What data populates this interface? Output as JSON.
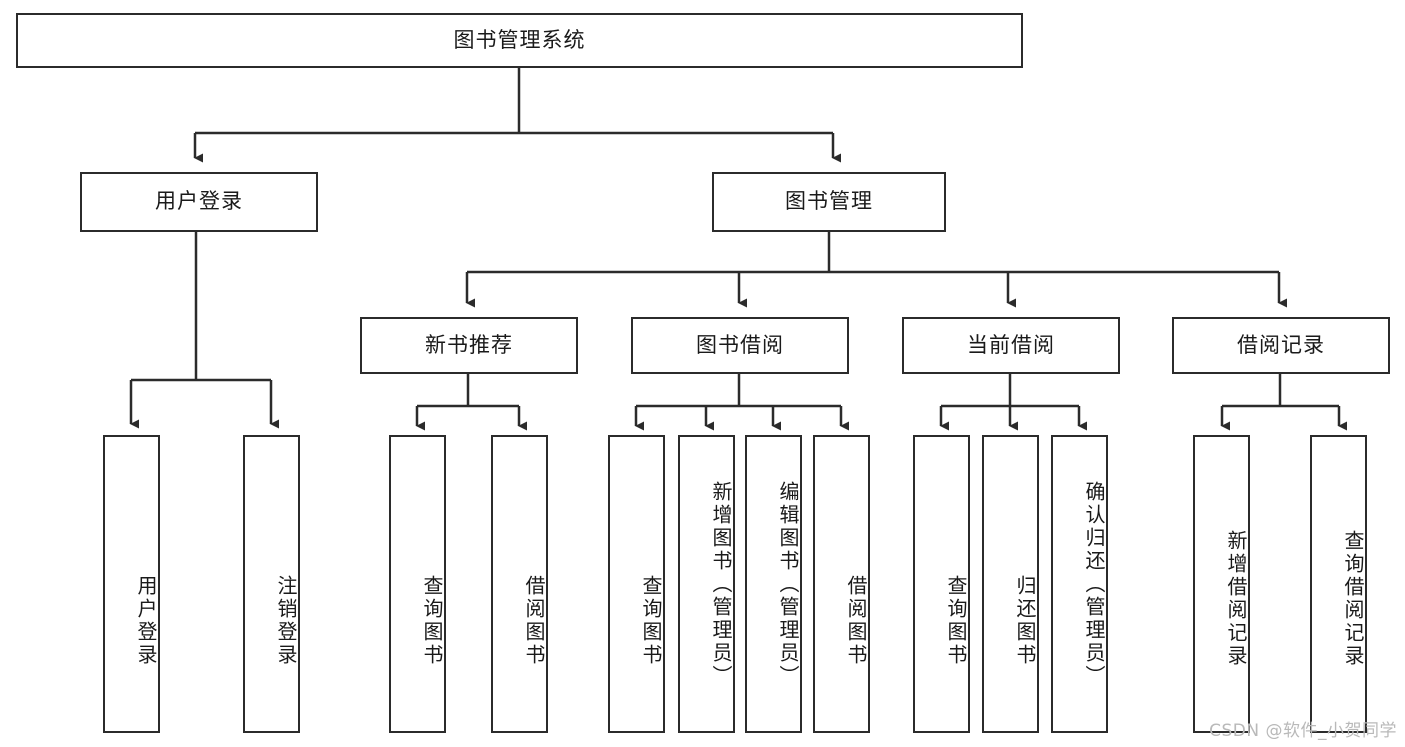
{
  "diagram": {
    "title": "图书管理系统",
    "type": "tree-hierarchy",
    "watermark": "CSDN @软件_小贺同学",
    "colors": {
      "box_border": "#2b2b2b",
      "box_fill": "#ffffff",
      "edge": "#2b2b2b",
      "text": "#1a1a1a",
      "watermark": "#b9b9b9"
    },
    "nodes": {
      "root": "图书管理系统",
      "level2": {
        "user_login": "用户登录",
        "book_manage": "图书管理"
      },
      "level3": {
        "new_book_rec": "新书推荐",
        "book_borrow": "图书借阅",
        "current_borrow": "当前借阅",
        "borrow_record": "借阅记录"
      },
      "leaves": {
        "user_login_1": "用户登录",
        "user_login_2": "注销登录",
        "new_book_rec_1": "查询图书",
        "new_book_rec_2": "借阅图书",
        "book_borrow_1": "查询图书",
        "book_borrow_2": "新增图书（管理员）",
        "book_borrow_3": "编辑图书（管理员）",
        "book_borrow_4": "借阅图书",
        "current_borrow_1": "查询图书",
        "current_borrow_2": "归还图书",
        "current_borrow_3": "确认归还（管理员）",
        "borrow_record_1": "新增借阅记录",
        "borrow_record_2": "查询借阅记录"
      }
    },
    "edges": [
      {
        "from": "root",
        "to": "user_login"
      },
      {
        "from": "root",
        "to": "book_manage"
      },
      {
        "from": "user_login",
        "to": "user_login_1"
      },
      {
        "from": "user_login",
        "to": "user_login_2"
      },
      {
        "from": "book_manage",
        "to": "new_book_rec"
      },
      {
        "from": "book_manage",
        "to": "book_borrow"
      },
      {
        "from": "book_manage",
        "to": "current_borrow"
      },
      {
        "from": "book_manage",
        "to": "borrow_record"
      },
      {
        "from": "new_book_rec",
        "to": "new_book_rec_1"
      },
      {
        "from": "new_book_rec",
        "to": "new_book_rec_2"
      },
      {
        "from": "book_borrow",
        "to": "book_borrow_1"
      },
      {
        "from": "book_borrow",
        "to": "book_borrow_2"
      },
      {
        "from": "book_borrow",
        "to": "book_borrow_3"
      },
      {
        "from": "book_borrow",
        "to": "book_borrow_4"
      },
      {
        "from": "current_borrow",
        "to": "current_borrow_1"
      },
      {
        "from": "current_borrow",
        "to": "current_borrow_2"
      },
      {
        "from": "current_borrow",
        "to": "current_borrow_3"
      },
      {
        "from": "borrow_record",
        "to": "borrow_record_1"
      },
      {
        "from": "borrow_record",
        "to": "borrow_record_2"
      }
    ]
  }
}
